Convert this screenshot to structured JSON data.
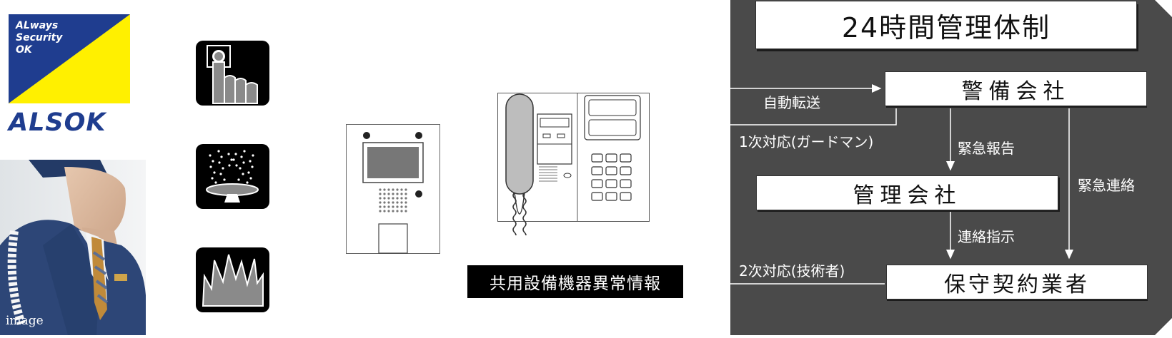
{
  "logo": {
    "tagline_line1": "ALways",
    "tagline_line2": "Security",
    "tagline_line3": "OK",
    "wordmark": "ALSOK",
    "colors": {
      "blue": "#1f3d8f",
      "yellow": "#fff000"
    }
  },
  "photo": {
    "caption": "image"
  },
  "icons": [
    {
      "name": "push-button-alarm-icon"
    },
    {
      "name": "gas-leak-icon"
    },
    {
      "name": "fire-icon"
    }
  ],
  "device_caption": "共用設備機器異常情報",
  "flow": {
    "title": "24時間管理体制",
    "security_company": "警備会社",
    "management_company": "管理会社",
    "maintenance_contractor": "保守契約業者",
    "auto_forward": "自動転送",
    "first_response": "1次対応(ガードマン)",
    "emergency_report": "緊急報告",
    "emergency_contact": "緊急連絡",
    "contact_instruction": "連絡指示",
    "second_response": "2次対応(技術者)",
    "colors": {
      "panel": "#4a4a4a",
      "box": "#ffffff",
      "shadow": "#1c1c1c"
    }
  }
}
